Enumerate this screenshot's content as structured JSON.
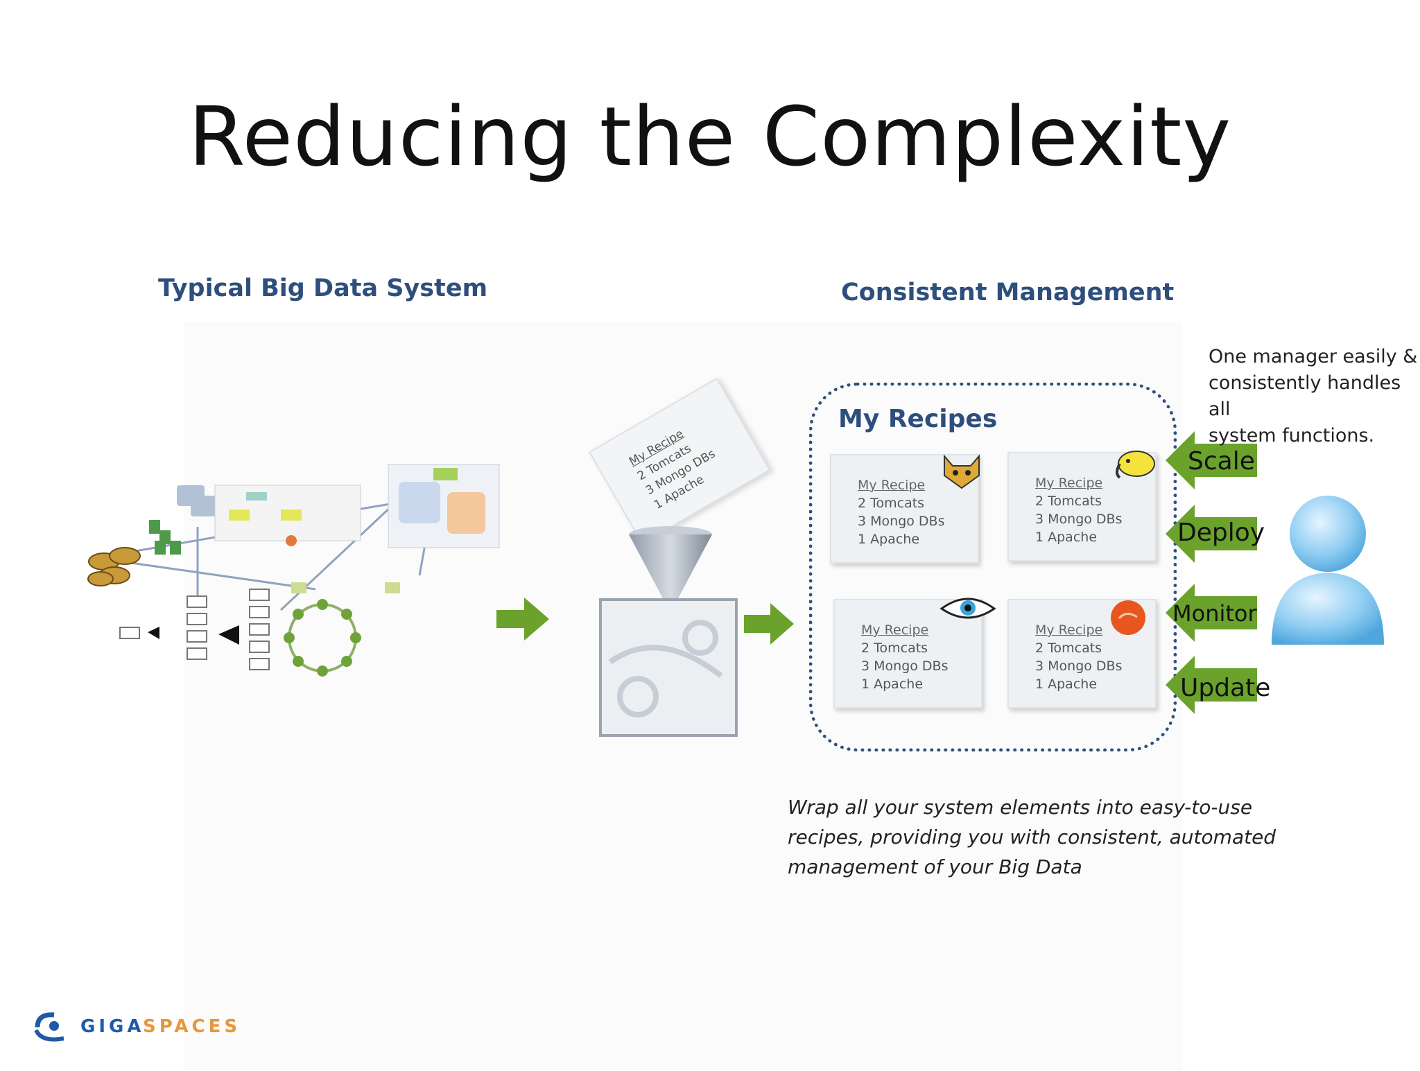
{
  "slide": {
    "title": "Reducing the Complexity",
    "left_heading": "Typical Big Data System",
    "right_heading": "Consistent Management",
    "recipes_heading": "My Recipes",
    "manager_note": [
      "One manager easily &",
      "consistently handles all",
      "system functions."
    ],
    "caption": [
      "Wrap all your system elements into easy-to-use",
      "recipes, providing you with consistent, automated",
      "management of your Big Data"
    ]
  },
  "funnel_card": {
    "lines": [
      "My Recipe",
      "2 Tomcats",
      "3 Mongo DBs",
      "1 Apache"
    ]
  },
  "recipe_cards": [
    {
      "icon": "tomcat-icon",
      "lines": [
        "My Recipe",
        "2 Tomcats",
        "3 Mongo DBs",
        "1 Apache"
      ]
    },
    {
      "icon": "hadoop-elephant-icon",
      "lines": [
        "My Recipe",
        "2 Tomcats",
        "3 Mongo DBs",
        "1 Apache"
      ]
    },
    {
      "icon": "eye-icon",
      "lines": [
        "My Recipe",
        "2 Tomcats",
        "3 Mongo DBs",
        "1 Apache"
      ]
    },
    {
      "icon": "orange-sphere-icon",
      "lines": [
        "My Recipe",
        "2 Tomcats",
        "3 Mongo DBs",
        "1 Apache"
      ]
    }
  ],
  "actions": [
    "Scale",
    "Deploy",
    "Monitor",
    "Update"
  ],
  "logo": {
    "part1": "GIGA",
    "part2": "SPACES"
  },
  "colors": {
    "heading": "#2e4f7d",
    "arrow_green": "#6aa22c",
    "logo_blue": "#1e5aa8",
    "logo_orange": "#e8963a"
  }
}
